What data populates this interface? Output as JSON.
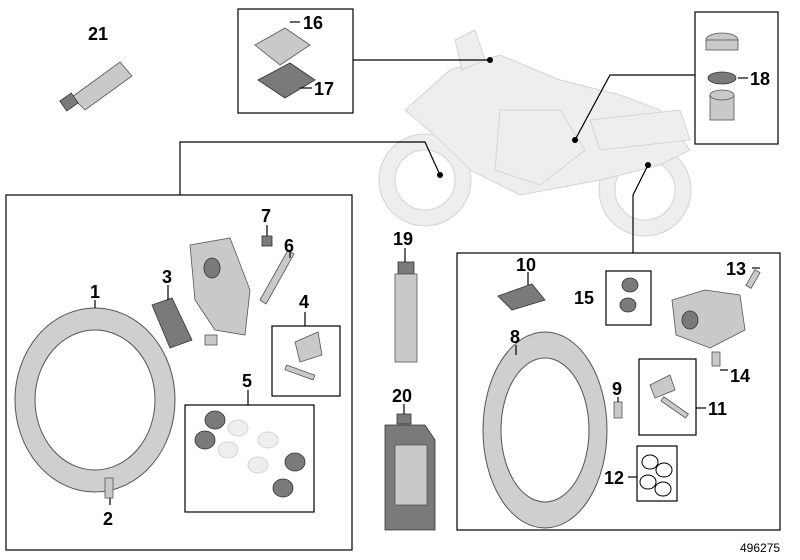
{
  "diagram": {
    "reference_number": "496275",
    "callouts": {
      "c1": "1",
      "c2": "2",
      "c3": "3",
      "c4": "4",
      "c5": "5",
      "c6": "6",
      "c7": "7",
      "c8": "8",
      "c9": "9",
      "c10": "10",
      "c11": "11",
      "c12": "12",
      "c13": "13",
      "c14": "14",
      "c15": "15",
      "c16": "16",
      "c17": "17",
      "c18": "18",
      "c19": "19",
      "c20": "20",
      "c21": "21"
    }
  }
}
